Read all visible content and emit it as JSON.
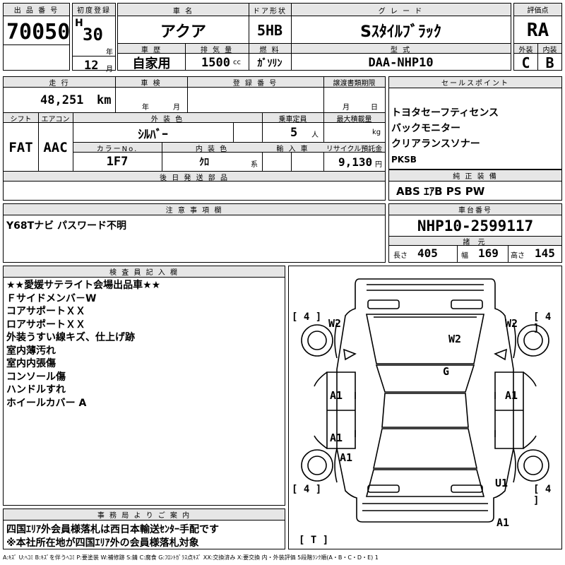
{
  "header_row": {
    "lot_no_label": "出 品 番 号",
    "lot_no": "70050",
    "first_reg_label": "初度登録",
    "era": "H",
    "year_value": "30",
    "year_unit": "年",
    "month_value": "12",
    "month_unit": "月",
    "car_name_label": "車 名",
    "car_name": "アクア",
    "door_label": "ドア形状",
    "door_value": "5HB",
    "grade_label": "グ レ ー ド",
    "grade_value": "Sｽﾀｲﾙﾌﾞﾗｯｸ",
    "score_label": "評価点",
    "score_value": "RA",
    "history_label": "車 歴",
    "history_value": "自家用",
    "displacement_label": "排 気 量",
    "displacement_value": "1500",
    "displacement_unit": "cc",
    "fuel_label": "燃 料",
    "fuel_value": "ｶﾞｿﾘﾝ",
    "model_label": "型 式",
    "model_value": "DAA-NHP10",
    "exterior_label": "外装",
    "exterior_value": "C",
    "interior_label": "内装",
    "interior_value": "B"
  },
  "spec_block": {
    "mileage_label": "走 行",
    "mileage_value": "48,251",
    "mileage_unit": "km",
    "inspection_label": "車 検",
    "inspection_year_unit": "年",
    "inspection_month_unit": "月",
    "reg_no_label": "登 録 番 号",
    "transfer_doc_label": "譲渡書類期限",
    "transfer_month_unit": "月",
    "transfer_day_unit": "日",
    "shift_label": "シフト",
    "shift_value": "FAT",
    "ac_label": "エアコン",
    "ac_value": "AAC",
    "ext_color_label": "外 装 色",
    "ext_color_value": "ｼﾙﾊﾞｰ",
    "capacity_label": "乗車定員",
    "capacity_value": "5",
    "capacity_unit": "人",
    "max_load_label": "最大積載量",
    "max_load_unit": "kg",
    "color_no_label": "カラーNo.",
    "color_no_value": "1F7",
    "int_color_label": "内 装 色",
    "int_color_value": "ｸﾛ",
    "int_color_unit": "系",
    "import_label": "輸 入 車",
    "recycle_label": "リサイクル預託金",
    "recycle_value": "9,130",
    "recycle_unit": "円",
    "later_parts_label": "後 日 発 送 部 品"
  },
  "sales_points": {
    "label": "セールスポイント",
    "items": [
      "トヨタセーフティセンス",
      "バックモニター",
      "クリアランスソナー"
    ],
    "pksb": "PKSB"
  },
  "genuine_equipment": {
    "label": "純 正 装 備",
    "value": "ABS ｴｱB PS PW"
  },
  "notes": {
    "label": "注 意 事 項 欄",
    "value": "Y68Tナビ パスワード不明"
  },
  "chassis": {
    "label": "車台番号",
    "value": "NHP10-2599117"
  },
  "dimensions": {
    "label": "諸 元",
    "length_label": "長さ",
    "length_value": "405",
    "width_label": "幅",
    "width_value": "169",
    "height_label": "高さ",
    "height_value": "145"
  },
  "inspector_remarks": {
    "label": "検 査 員 記 入 欄",
    "lines": [
      "★★愛媛サテライト会場出品車★★",
      "Ｆサイドメンバ－W",
      "コアサポートＸＸ",
      "ロアサポートＸＸ",
      "外装うすい線キズ、仕上げ跡",
      "室内薄汚れ",
      "室内内張傷",
      "コンソール傷",
      "ハンドルすれ",
      "ホイールカバー A"
    ]
  },
  "diagram": {
    "tread": {
      "front_left": "4",
      "front_right": "4",
      "rear_left": "4",
      "rear_right": "4",
      "spare": "T"
    },
    "damage": {
      "front_left_fender": "W2",
      "front_right_fender": "W2",
      "hood": "W2",
      "roof": "G",
      "left_front_door": "A1",
      "right_front_door": "A1",
      "left_rear_door": "A1",
      "left_quarter": "A1",
      "rear_right": "U1",
      "rear_bumper": "A1"
    }
  },
  "office_notice": {
    "label": "事 務 局 よ り ご 案 内",
    "lines": [
      "四国ｴﾘｱ外会員様落札は西日本輸送ｾﾝﾀｰ手配です",
      "※本社所在地が四国ｴﾘｱ外の会員様落札対象"
    ]
  },
  "legend": "A:ｷｽﾞ U:ﾍｺﾐ B:ｷｽﾞを伴うﾍｺﾐ P:要塗装 W:補修跡 S:錆 C:腐食 G:ﾌﾛﾝﾄｶﾞﾗｽ点ｷｽﾞ XX:交換済み X:要交換 内・外装評価 5段階ﾗﾝｸ順(A・B・C・D・E) 1"
}
